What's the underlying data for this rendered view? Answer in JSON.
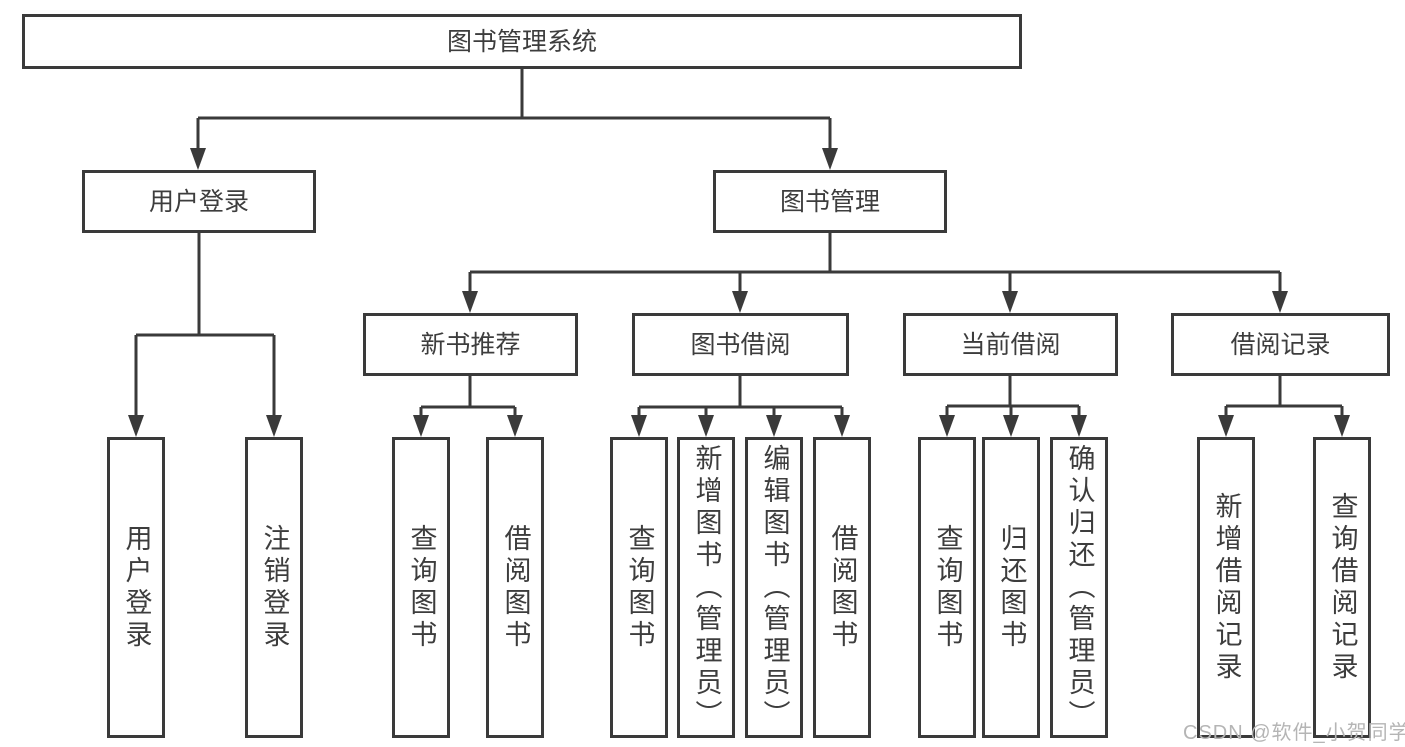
{
  "tree": {
    "root": {
      "label": "图书管理系统"
    },
    "user_login": {
      "label": "用户登录",
      "children": [
        {
          "label": "用户登录"
        },
        {
          "label": "注销登录"
        }
      ]
    },
    "book_mgmt": {
      "label": "图书管理"
    },
    "new_book": {
      "label": "新书推荐",
      "children": [
        {
          "label": "查询图书"
        },
        {
          "label": "借阅图书"
        }
      ]
    },
    "book_borrow": {
      "label": "图书借阅",
      "children": [
        {
          "label": "查询图书"
        },
        {
          "label": "新增图书（管理员）"
        },
        {
          "label": "编辑图书（管理员）"
        },
        {
          "label": "借阅图书"
        }
      ]
    },
    "current_borrow": {
      "label": "当前借阅",
      "children": [
        {
          "label": "查询图书"
        },
        {
          "label": "归还图书"
        },
        {
          "label": "确认归还（管理员）"
        }
      ]
    },
    "borrow_record": {
      "label": "借阅记录",
      "children": [
        {
          "label": "新增借阅记录"
        },
        {
          "label": "查询借阅记录"
        }
      ]
    }
  },
  "watermark": {
    "text": "CSDN @软件_小贺同学"
  },
  "colors": {
    "line": "#3a3a3a",
    "text": "#3d3d3d",
    "watermark": "#b5b5b5",
    "background": "#ffffff"
  }
}
